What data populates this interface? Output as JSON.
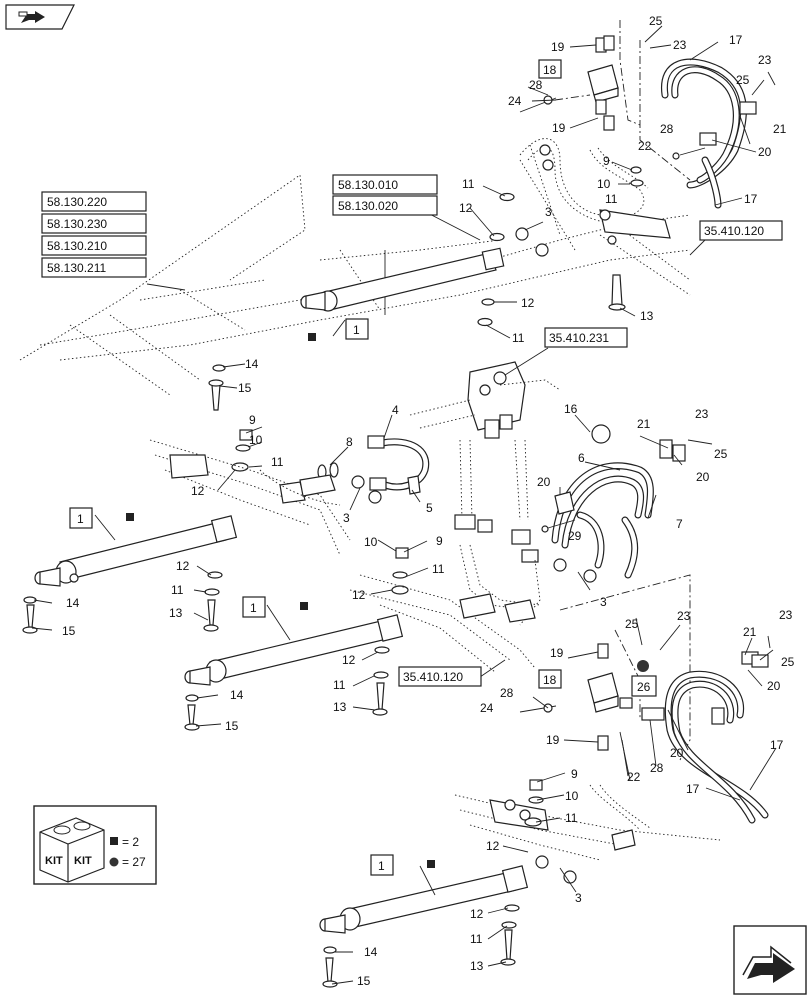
{
  "callouts": {
    "c1": "1",
    "c3": "3",
    "c4": "4",
    "c5": "5",
    "c6": "6",
    "c7": "7",
    "c8": "8",
    "c9": "9",
    "c10": "10",
    "c11": "11",
    "c12": "12",
    "c13": "13",
    "c14": "14",
    "c15": "15",
    "c16": "16",
    "c17": "17",
    "c18": "18",
    "c19": "19",
    "c20": "20",
    "c21": "21",
    "c22": "22",
    "c23": "23",
    "c24": "24",
    "c25": "25",
    "c26": "26",
    "c28": "28",
    "c29": "29"
  },
  "references": {
    "r220": "58.130.220",
    "r230": "58.130.230",
    "r210": "58.130.210",
    "r211": "58.130.211",
    "r010": "58.130.010",
    "r020": "58.130.020",
    "r41120": "35.410.120",
    "r41231": "35.410.231"
  },
  "kit": {
    "kit_text": "KIT",
    "qty_square": "= 2",
    "qty_circle": "= 27"
  },
  "icons": {
    "nav_prev": "return-arrow-icon",
    "nav_next": "next-page-arrow-icon"
  }
}
